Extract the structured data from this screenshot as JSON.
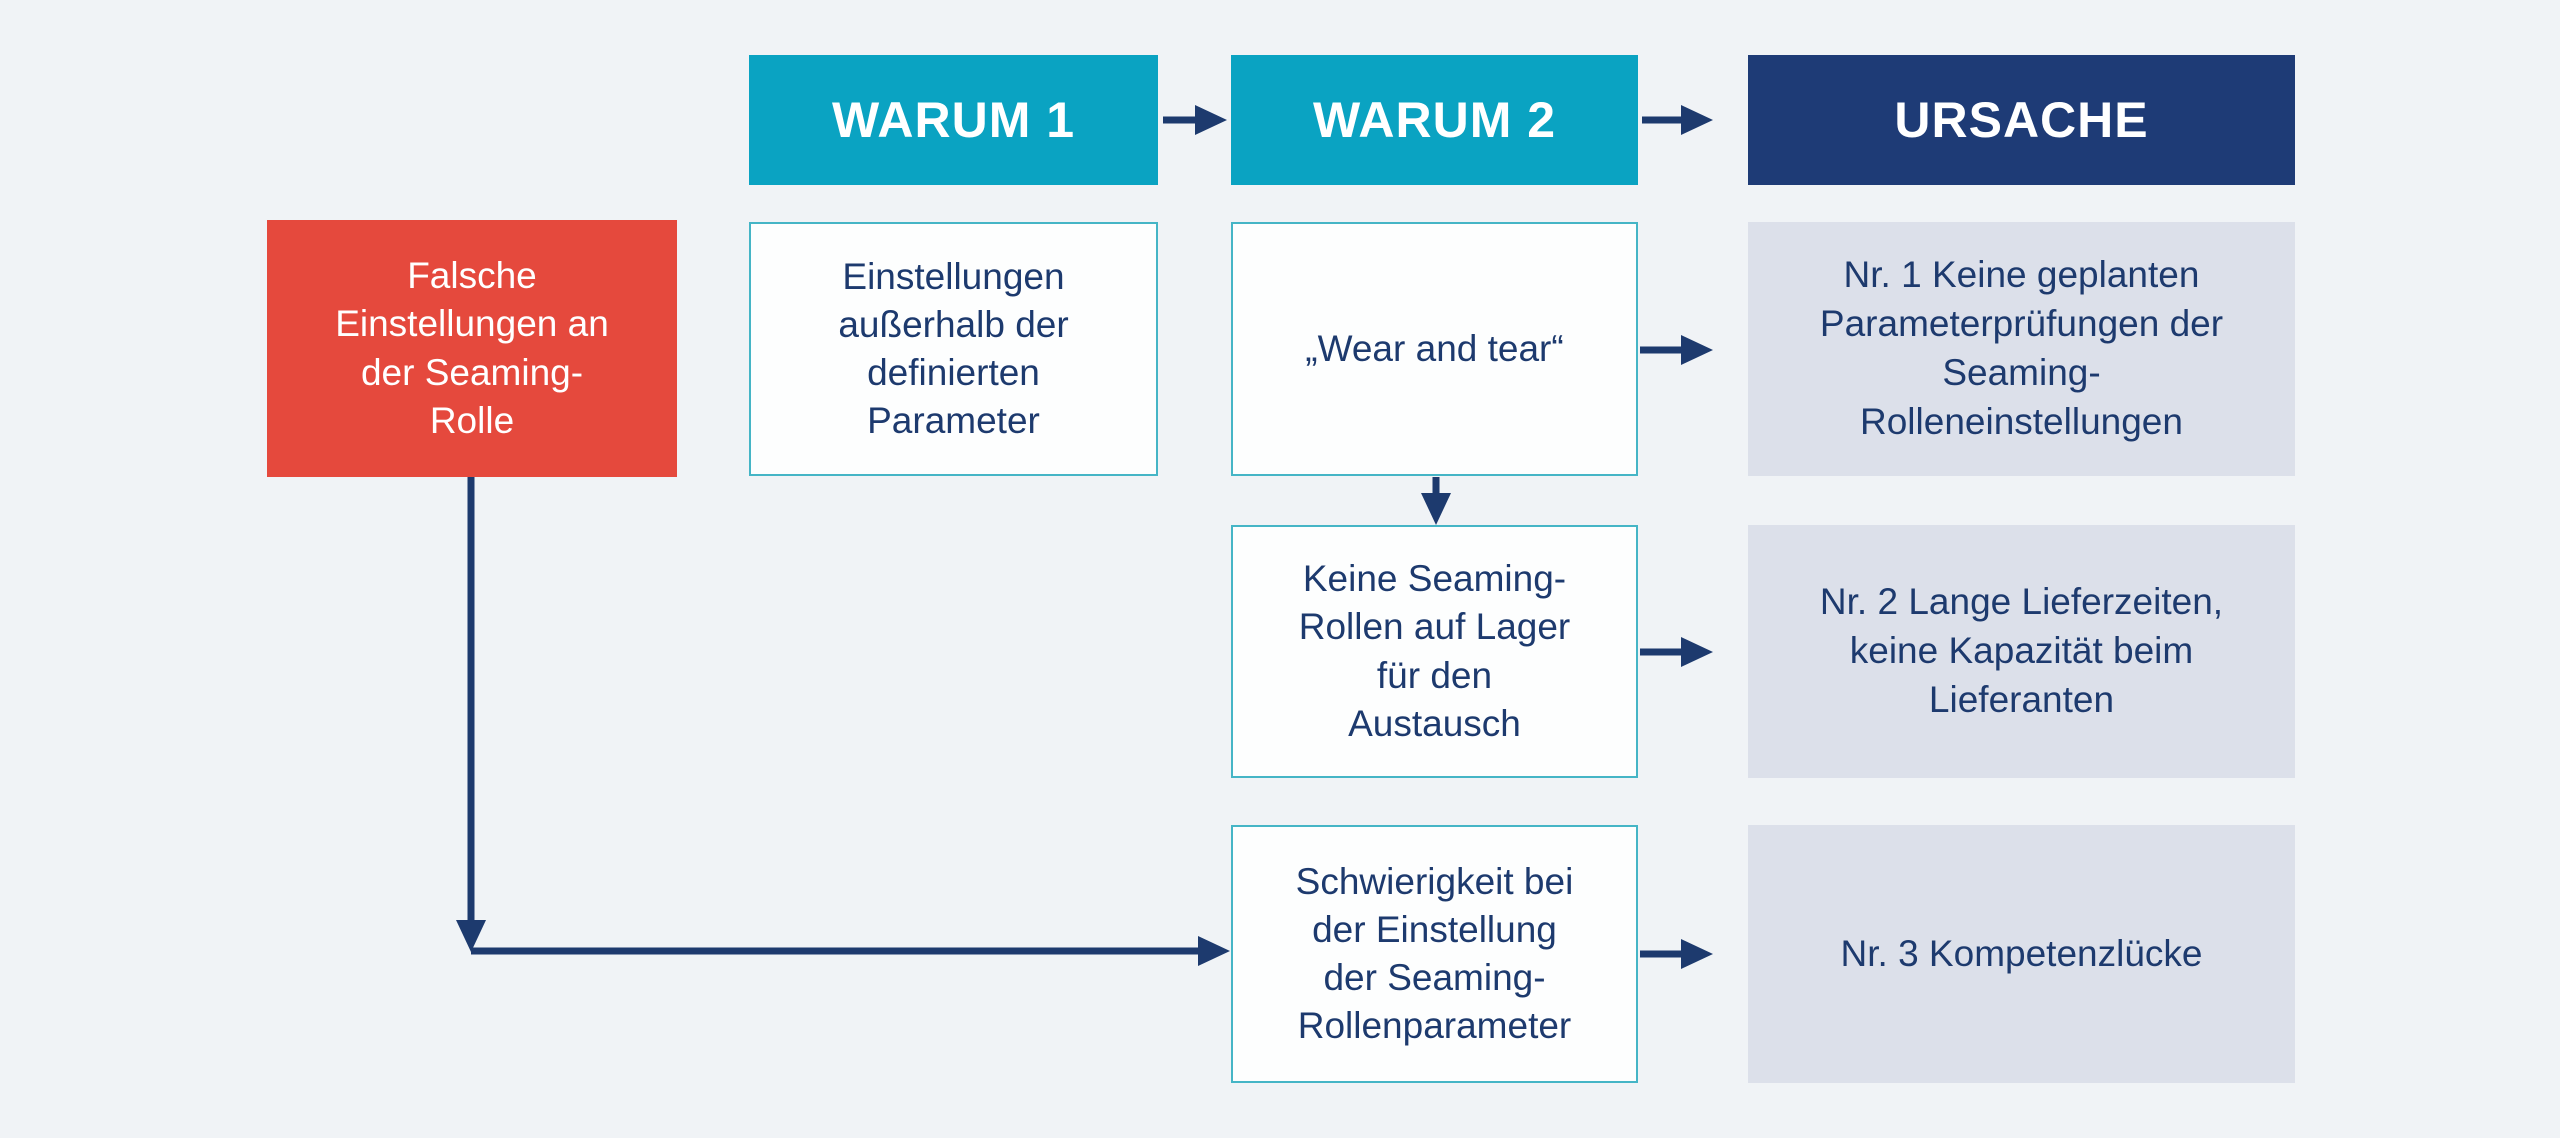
{
  "palette": {
    "background": "#f0f3f6",
    "header_teal": "#0aa3c2",
    "header_navy": "#1e3b76",
    "problem_red": "#e5493d",
    "cause_bg": "#dce0ea",
    "box_bg": "#fdfefe",
    "box_border": "#45b5c6",
    "text_navy": "#1d3a6e",
    "arrow_navy": "#1d3a6e"
  },
  "headers": {
    "warum1": "WARUM 1",
    "warum2": "WARUM 2",
    "ursache": "URSACHE"
  },
  "problem": {
    "label": "Falsche\nEinstellungen an\nder Seaming-\nRolle"
  },
  "why1": {
    "row1": "Einstellungen\naußerhalb der\ndefinierten\nParameter"
  },
  "why2": {
    "row1": "„Wear and tear“",
    "row2": "Keine Seaming-\nRollen auf Lager\nfür den\nAustausch",
    "row3": "Schwierigkeit bei\nder Einstellung\nder Seaming-\nRollenparameter"
  },
  "causes": {
    "row1": "Nr. 1 Keine geplanten\nParameterprüfungen der\nSeaming-\nRolleneinstellungen",
    "row2": "Nr. 2 Lange Lieferzeiten,\nkeine Kapazität beim\nLieferanten",
    "row3": "Nr. 3 Kompetenzlücke"
  },
  "connections": [
    {
      "from": "WARUM 1",
      "to": "WARUM 2"
    },
    {
      "from": "WARUM 2",
      "to": "URSACHE"
    },
    {
      "from": "„Wear and tear“",
      "to": "Nr. 1 Keine geplanten Parameterprüfungen der Seaming-Rolleneinstellungen"
    },
    {
      "from": "„Wear and tear“",
      "to": "Keine Seaming-Rollen auf Lager für den Austausch"
    },
    {
      "from": "Keine Seaming-Rollen auf Lager für den Austausch",
      "to": "Nr. 2 Lange Lieferzeiten, keine Kapazität beim Lieferanten"
    },
    {
      "from": "Falsche Einstellungen an der Seaming-Rolle",
      "to": "Schwierigkeit bei der Einstellung der Seaming-Rollenparameter"
    },
    {
      "from": "Schwierigkeit bei der Einstellung der Seaming-Rollenparameter",
      "to": "Nr. 3 Kompetenzlücke"
    }
  ]
}
